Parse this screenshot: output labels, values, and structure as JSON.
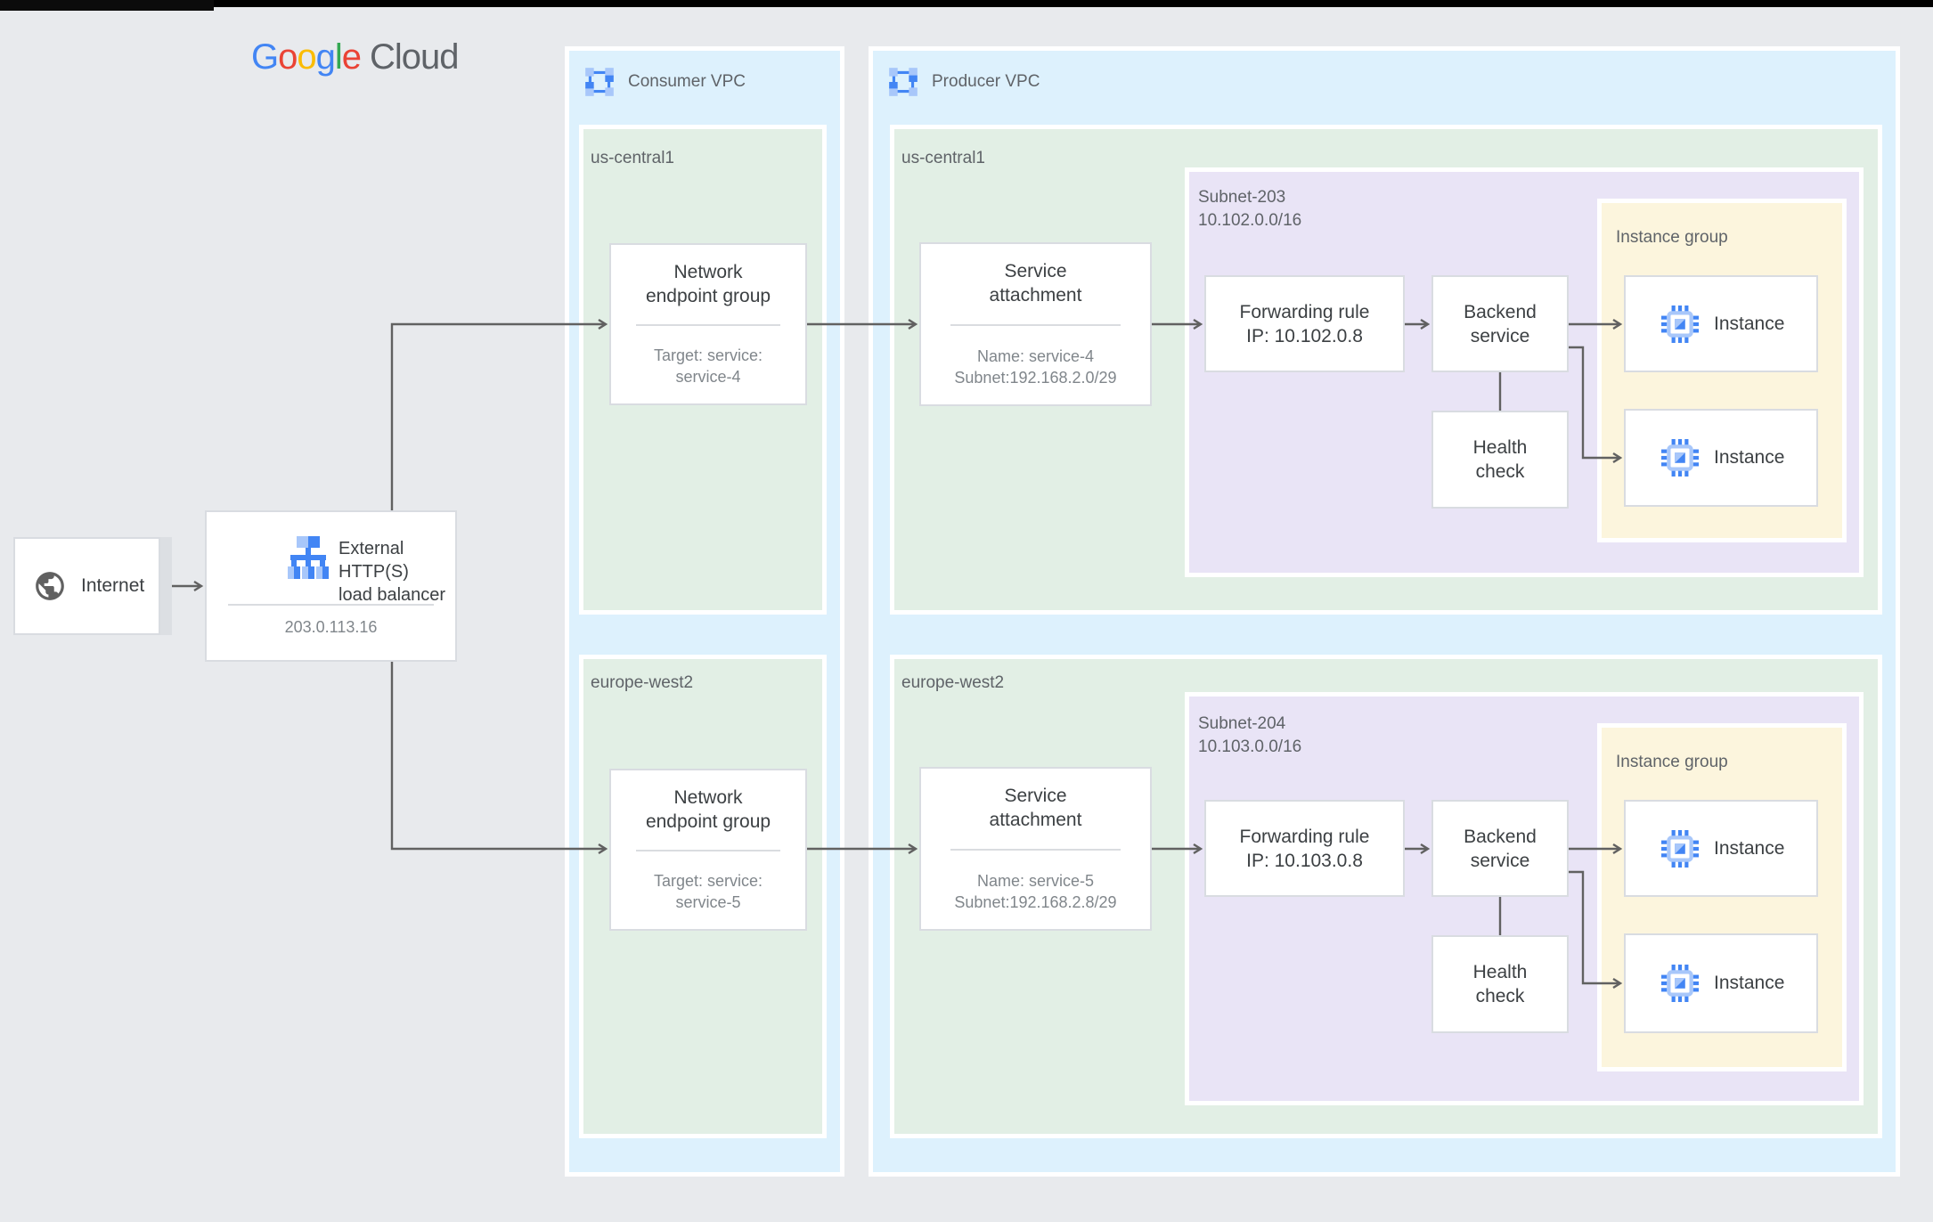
{
  "logo": {
    "letters": [
      {
        "ch": "G",
        "color": "#4285F4"
      },
      {
        "ch": "o",
        "color": "#EA4335"
      },
      {
        "ch": "o",
        "color": "#FBBC04"
      },
      {
        "ch": "g",
        "color": "#4285F4"
      },
      {
        "ch": "l",
        "color": "#34A853"
      },
      {
        "ch": "e",
        "color": "#EA4335"
      }
    ],
    "cloud": "Cloud"
  },
  "internet": {
    "label": "Internet"
  },
  "load_balancer": {
    "title_lines": [
      "External HTTP(S)",
      "load balancer"
    ],
    "ip": "203.0.113.16"
  },
  "consumer_vpc": {
    "label": "Consumer VPC",
    "regions": [
      {
        "name": "us-central1",
        "neg": {
          "title_lines": [
            "Network",
            "endpoint group"
          ],
          "sub_lines": [
            "Target: service:",
            "service-4"
          ]
        }
      },
      {
        "name": "europe-west2",
        "neg": {
          "title_lines": [
            "Network",
            "endpoint group"
          ],
          "sub_lines": [
            "Target: service:",
            "service-5"
          ]
        }
      }
    ]
  },
  "producer_vpc": {
    "label": "Producer VPC",
    "regions": [
      {
        "name": "us-central1",
        "service_attachment": {
          "title_lines": [
            "Service",
            "attachment"
          ],
          "sub_lines": [
            "Name: service-4",
            "Subnet:192.168.2.0/29"
          ]
        },
        "subnet": {
          "name": "Subnet-203",
          "cidr": "10.102.0.0/16",
          "forwarding_rule_lines": [
            "Forwarding rule",
            "IP: 10.102.0.8"
          ],
          "backend_service_lines": [
            "Backend",
            "service"
          ],
          "health_check_lines": [
            "Health",
            "check"
          ],
          "instance_group": {
            "label": "Instance group",
            "instances": [
              "Instance",
              "Instance"
            ]
          }
        }
      },
      {
        "name": "europe-west2",
        "service_attachment": {
          "title_lines": [
            "Service",
            "attachment"
          ],
          "sub_lines": [
            "Name: service-5",
            "Subnet:192.168.2.8/29"
          ]
        },
        "subnet": {
          "name": "Subnet-204",
          "cidr": "10.103.0.0/16",
          "forwarding_rule_lines": [
            "Forwarding rule",
            "IP: 10.103.0.8"
          ],
          "backend_service_lines": [
            "Backend",
            "service"
          ],
          "health_check_lines": [
            "Health",
            "check"
          ],
          "instance_group": {
            "label": "Instance group",
            "instances": [
              "Instance",
              "Instance"
            ]
          }
        }
      }
    ]
  },
  "colors": {
    "canvas_bg": "#e8eaed",
    "vpc_bg": "#ddf1fd",
    "region_bg": "#e2efe5",
    "subnet_bg": "#e9e4f6",
    "instance_group_bg": "#fcf5dd",
    "box_border": "#d9dce1",
    "divider": "#dadce0",
    "connector": "#616161",
    "title_text": "#3c4043",
    "secondary_text": "#80868b",
    "label_text": "#5f6368",
    "icon_blue": "#4285f4",
    "icon_blue_light": "#a8c7fa"
  }
}
